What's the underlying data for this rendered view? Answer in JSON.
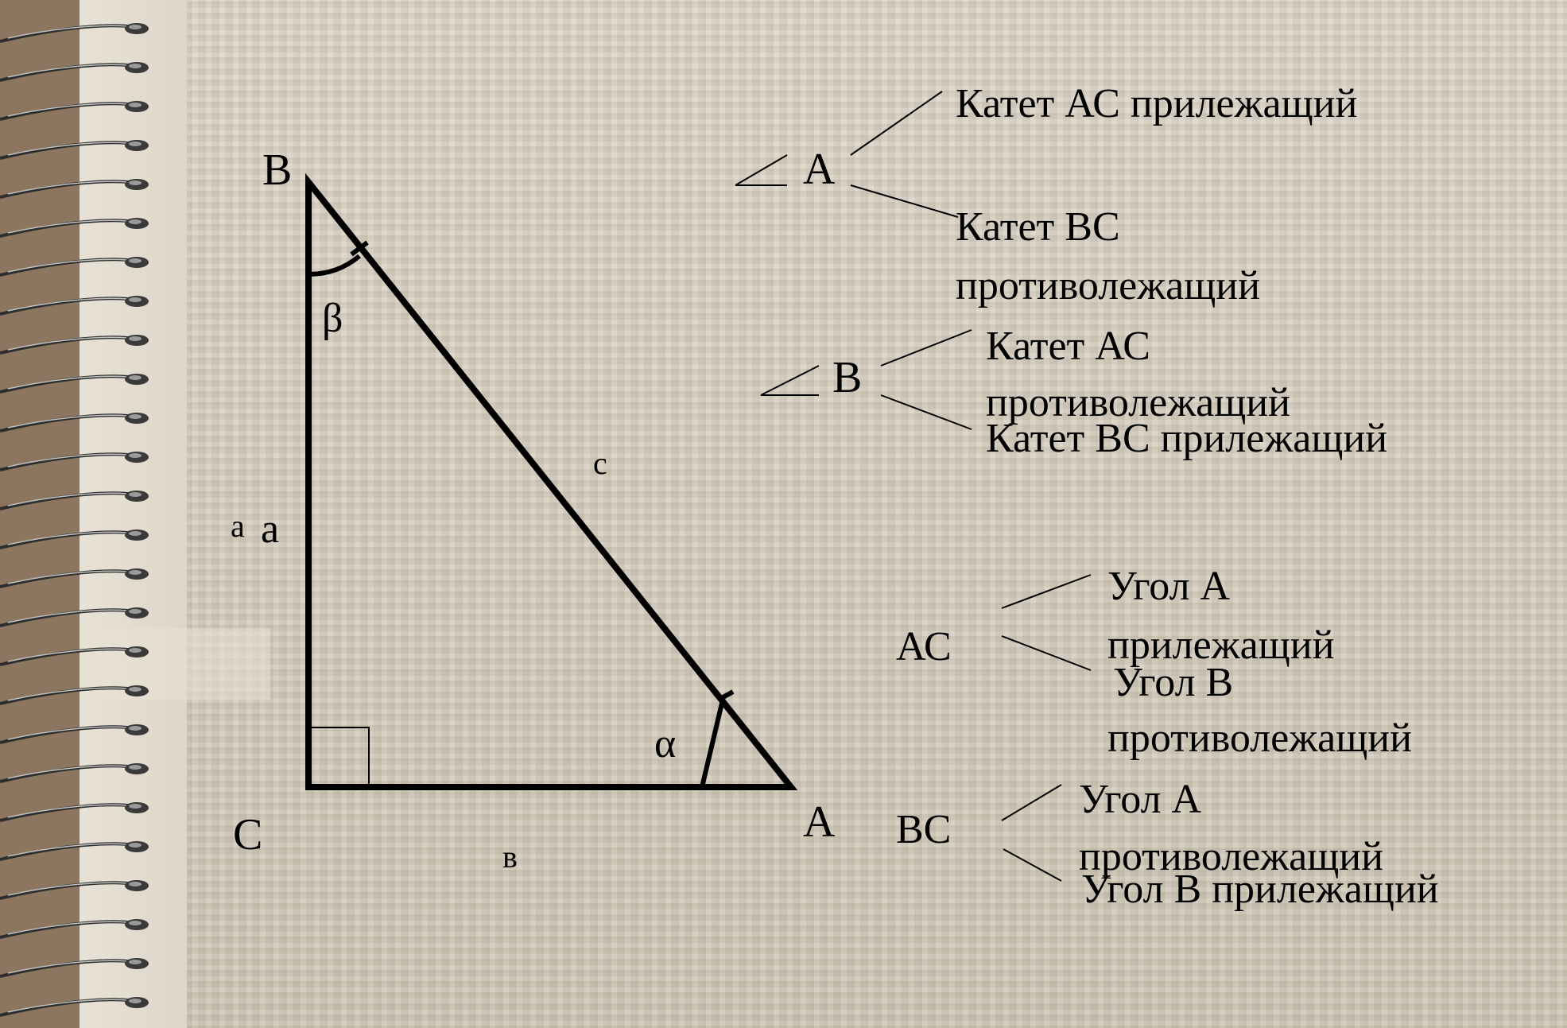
{
  "triangle": {
    "vertex_b": "В",
    "vertex_c": "С",
    "vertex_a": "А",
    "angle_beta": "β",
    "angle_alpha": "α",
    "side_c": "с",
    "side_a_small": "а",
    "side_a": "а",
    "side_b": "в"
  },
  "tree_angle_a": {
    "root": "А",
    "branch_1": "Катет АС прилежащий",
    "branch_2_line1": "Катет ВС",
    "branch_2_line2": "противолежащий"
  },
  "tree_angle_b": {
    "root": "В",
    "branch_1_line1": "Катет АС",
    "branch_1_line2": "противолежащий",
    "branch_2": "Катет ВС прилежащий"
  },
  "tree_leg_ac": {
    "root": "АС",
    "branch_1_line1": "Угол А",
    "branch_1_line2": "прилежащий",
    "branch_2_line1": "Угол В",
    "branch_2_line2": "противолежащий"
  },
  "tree_leg_bc": {
    "root": "ВС",
    "branch_1_line1": "Угол А",
    "branch_1_line2": "противолежащий",
    "branch_2": "Угол В прилежащий"
  }
}
